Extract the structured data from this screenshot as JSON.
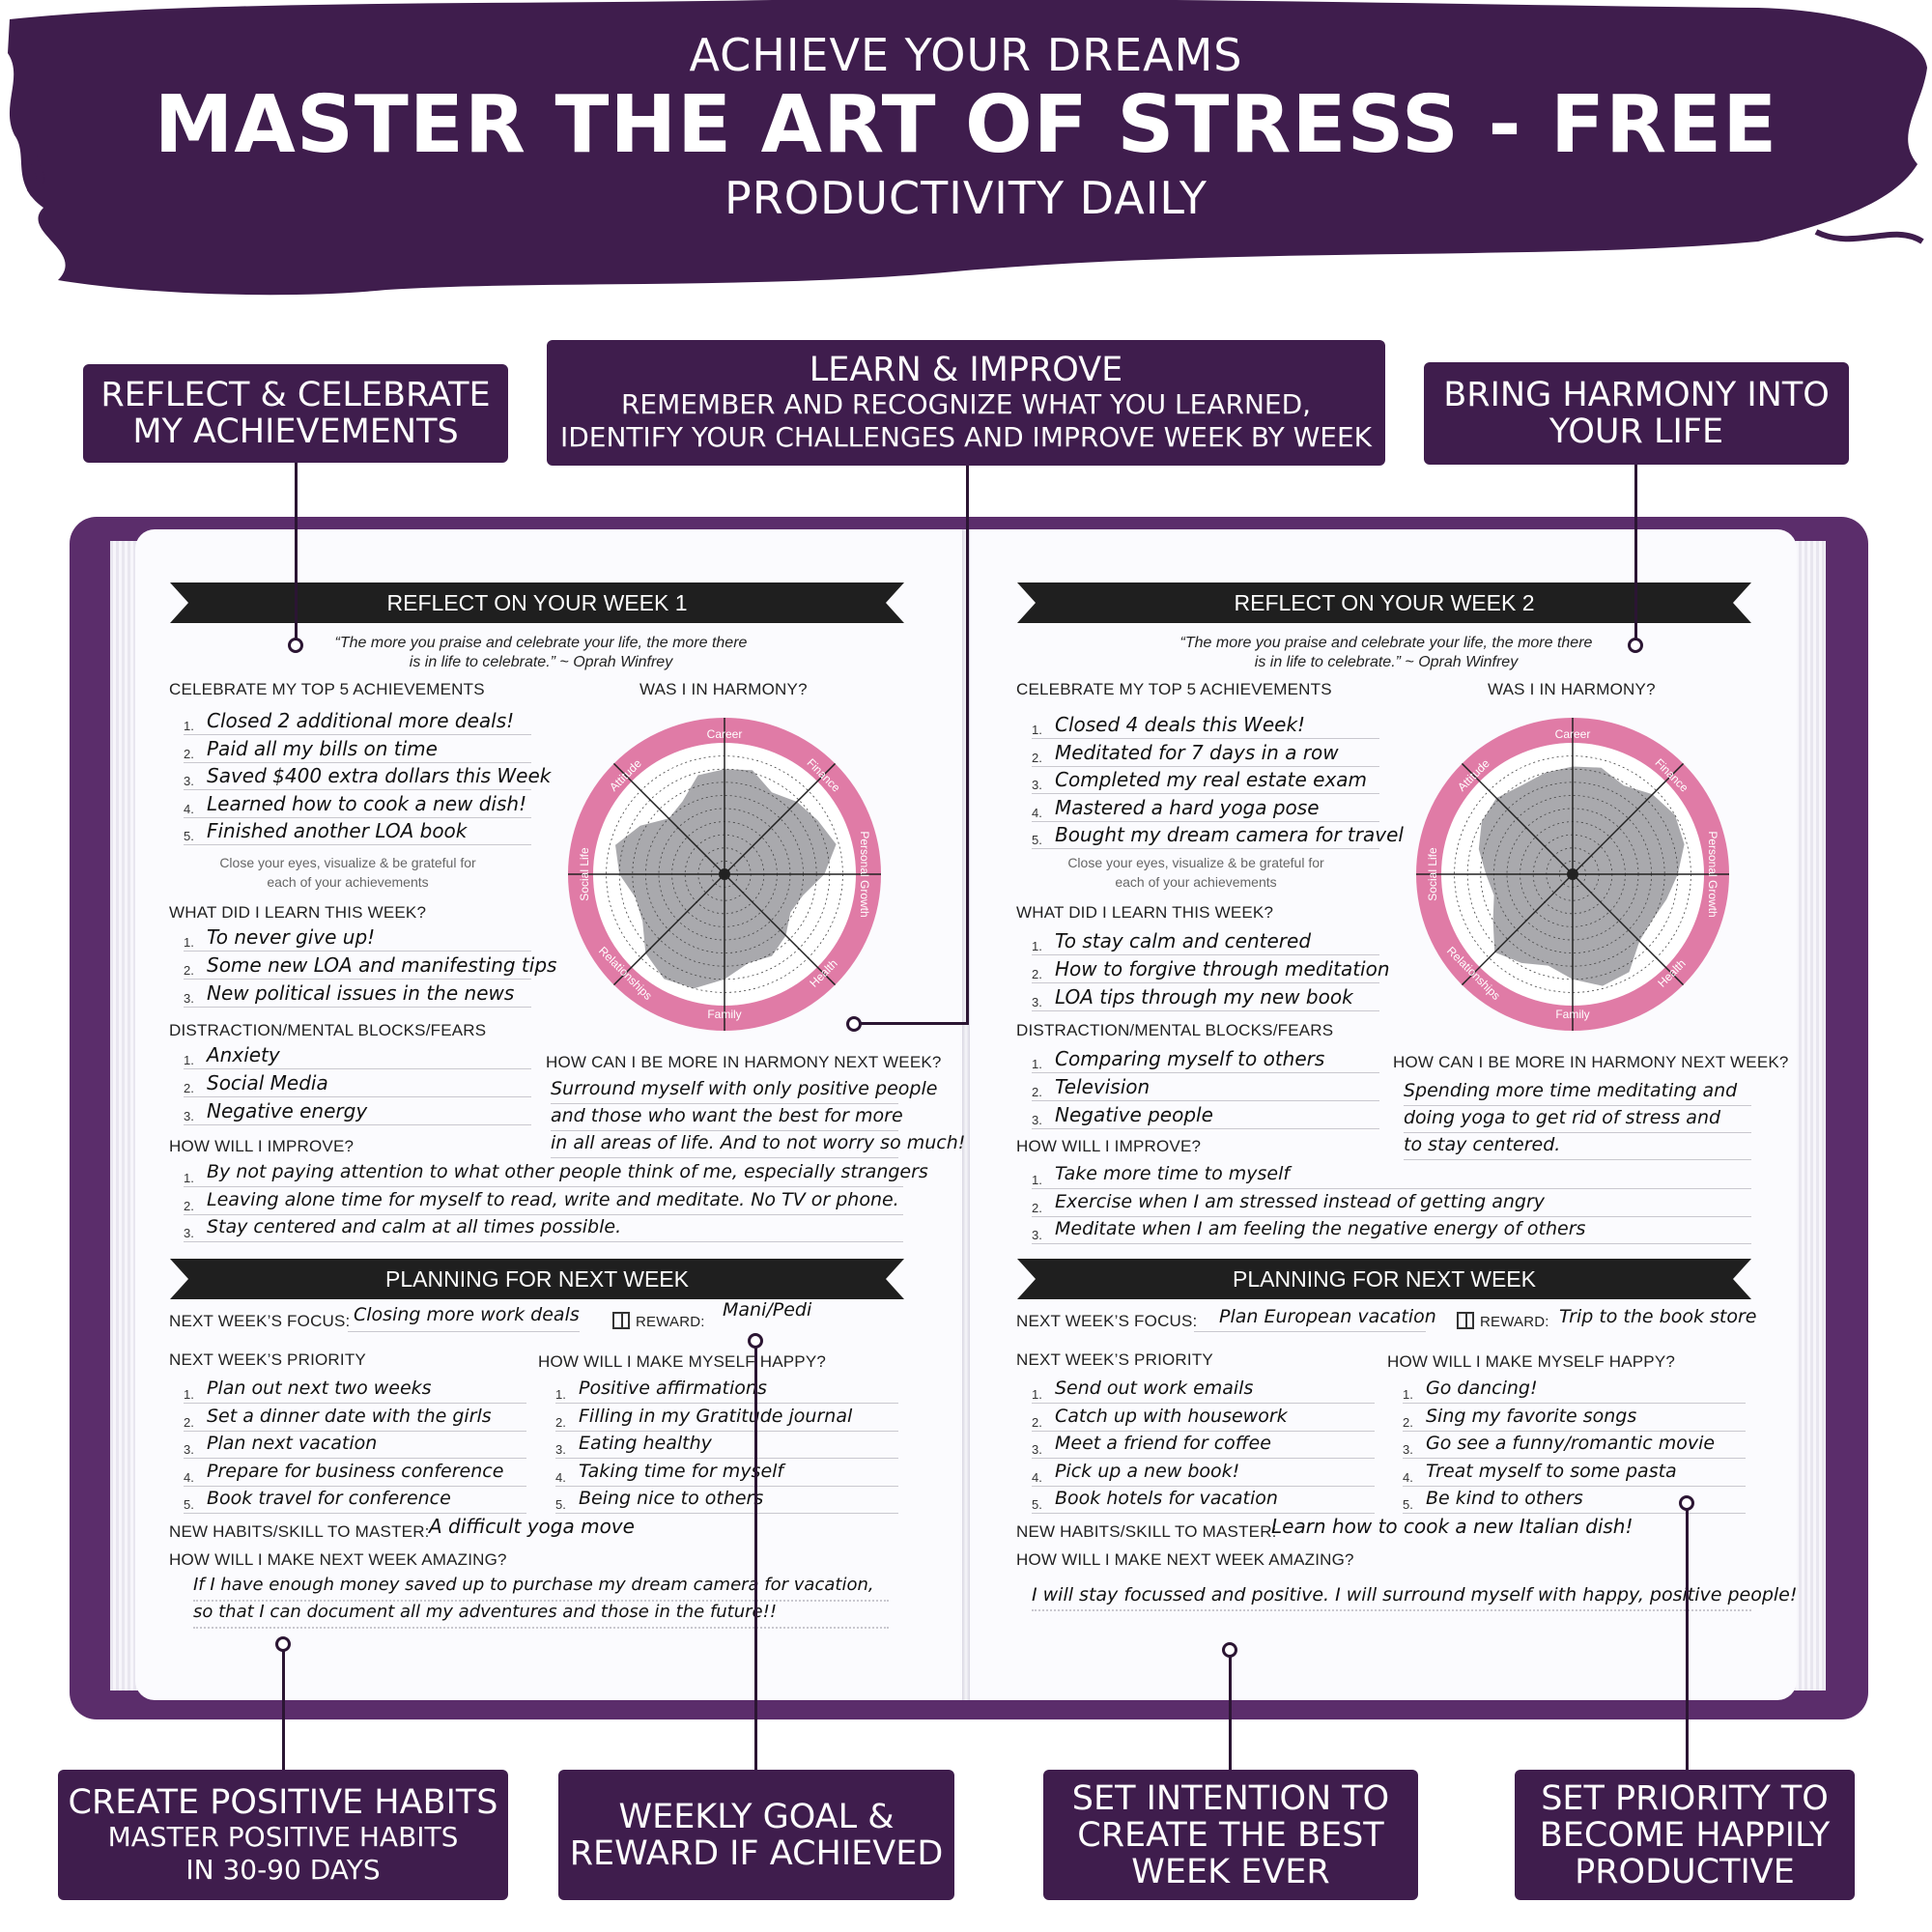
{
  "banner": {
    "line1": "ACHIEVE YOUR DREAMS",
    "line2": "MASTER THE ART OF STRESS - FREE",
    "line3": "PRODUCTIVITY DAILY",
    "color": "#3f1d4d"
  },
  "callouts": {
    "reflect": {
      "l1": "REFLECT & CELEBRATE",
      "l2": "MY ACHIEVEMENTS"
    },
    "learn": {
      "l1": "LEARN & IMPROVE",
      "l2": "REMEMBER AND RECOGNIZE WHAT YOU LEARNED,",
      "l3": "IDENTIFY YOUR CHALLENGES AND IMPROVE WEEK BY WEEK"
    },
    "harmony": {
      "l1": "BRING HARMONY INTO",
      "l2": "YOUR LIFE"
    },
    "habits": {
      "l1": "CREATE POSITIVE HABITS",
      "l2": "MASTER POSITIVE HABITS",
      "l3": "IN 30-90 DAYS"
    },
    "goal": {
      "l1": "WEEKLY GOAL &",
      "l2": "REWARD IF ACHIEVED"
    },
    "intention": {
      "l1": "SET INTENTION TO",
      "l2": "CREATE THE BEST",
      "l3": "WEEK EVER"
    },
    "priority": {
      "l1": "SET PRIORITY TO",
      "l2": "BECOME HAPPILY",
      "l3": "PRODUCTIVE"
    }
  },
  "wheel_labels": [
    "Career",
    "Finance",
    "Personal Growth",
    "Health",
    "Family",
    "Relationships",
    "Social Life",
    "Attitude"
  ],
  "wheel_colors": {
    "ring": "#e07ba6",
    "fill": "#a9a9ad"
  },
  "left": {
    "title": "REFLECT ON YOUR WEEK 1",
    "quote1": "“The more you praise and celebrate your life, the more there",
    "quote2": "is in life to celebrate.” ~ Oprah Winfrey",
    "celebrate_label": "CELEBRATE MY TOP 5 ACHIEVEMENTS",
    "harmony_label": "WAS I IN HARMONY?",
    "achievements": [
      "Closed 2 additional more deals!",
      "Paid all my bills on time",
      "Saved $400 extra dollars this Week",
      "Learned how to cook a new dish!",
      "Finished another LOA book"
    ],
    "note1": "Close your eyes, visualize & be grateful for",
    "note2": "each of your achievements",
    "learn_label": "WHAT DID I LEARN THIS WEEK?",
    "learned": [
      "To never give up!",
      "Some new LOA and manifesting tips",
      "New political issues in the news"
    ],
    "fears_label": "DISTRACTION/MENTAL BLOCKS/FEARS",
    "fears": [
      "Anxiety",
      "Social Media",
      "Negative energy"
    ],
    "harmony_next_label": "HOW CAN I BE MORE IN HARMONY NEXT WEEK?",
    "harmony_next": [
      "Surround myself with only positive people",
      "and those who want the best for more",
      "in all areas of life. And to not worry so much!"
    ],
    "improve_label": "HOW WILL I IMPROVE?",
    "improve": [
      "By not paying attention to what other people think of me, especially strangers",
      "Leaving alone time for myself to read, write and meditate. No TV or phone.",
      "Stay centered and calm at all times possible."
    ],
    "plan_title": "PLANNING FOR NEXT WEEK",
    "focus_label": "NEXT WEEK’S FOCUS:",
    "focus": "Closing more work deals",
    "reward_label": "REWARD:",
    "reward": "Mani/Pedi",
    "priority_label": "NEXT WEEK’S PRIORITY",
    "priorities": [
      "Plan out next two weeks",
      "Set a dinner date with the girls",
      "Plan next vacation",
      "Prepare for business conference",
      "Book travel for conference"
    ],
    "happy_label": "HOW WILL I MAKE MYSELF HAPPY?",
    "happy": [
      "Positive affirmations",
      "Filling in my Gratitude journal",
      "Eating healthy",
      "Taking time for myself",
      "Being nice to others"
    ],
    "habit_label": "NEW HABITS/SKILL TO MASTER:",
    "habit": "A difficult yoga move",
    "amazing_label": "HOW WILL I MAKE NEXT WEEK AMAZING?",
    "amazing": [
      "If I have enough money saved up to purchase my dream camera for vacation,",
      "so that I can document all my adventures and those in the future!!"
    ]
  },
  "right": {
    "title": "REFLECT ON YOUR WEEK 2",
    "quote1": "“The more you praise and celebrate your life, the more there",
    "quote2": "is in life to celebrate.” ~ Oprah Winfrey",
    "celebrate_label": "CELEBRATE MY TOP 5 ACHIEVEMENTS",
    "harmony_label": "WAS I IN HARMONY?",
    "achievements": [
      "Closed 4 deals this Week!",
      "Meditated for 7 days in a row",
      "Completed my real estate exam",
      "Mastered a hard yoga pose",
      "Bought my dream camera for travel"
    ],
    "note1": "Close your eyes, visualize & be grateful for",
    "note2": "each of your achievements",
    "learn_label": "WHAT DID I LEARN THIS WEEK?",
    "learned": [
      "To stay calm and centered",
      "How to forgive through meditation",
      "LOA tips through my new book"
    ],
    "fears_label": "DISTRACTION/MENTAL BLOCKS/FEARS",
    "fears": [
      "Comparing myself to others",
      "Television",
      "Negative people"
    ],
    "harmony_next_label": "HOW CAN I BE MORE IN HARMONY NEXT WEEK?",
    "harmony_next": [
      "Spending more time meditating and",
      "doing yoga to get rid of stress and",
      "to stay centered."
    ],
    "improve_label": "HOW WILL I IMPROVE?",
    "improve": [
      "Take more time to myself",
      "Exercise when I am stressed instead of getting angry",
      "Meditate when I am feeling the negative energy of others"
    ],
    "plan_title": "PLANNING FOR NEXT WEEK",
    "focus_label": "NEXT WEEK’S FOCUS:",
    "focus": "Plan European vacation",
    "reward_label": "REWARD:",
    "reward": "Trip to the book store",
    "priority_label": "NEXT WEEK’S PRIORITY",
    "priorities": [
      "Send out work emails",
      "Catch up with housework",
      "Meet a friend for coffee",
      "Pick up a new book!",
      "Book hotels for vacation"
    ],
    "happy_label": "HOW WILL I MAKE MYSELF HAPPY?",
    "happy": [
      "Go dancing!",
      "Sing my favorite songs",
      "Go see a funny/romantic movie",
      "Treat myself to some pasta",
      "Be kind to others"
    ],
    "habit_label": "NEW HABITS/SKILL TO MASTER:",
    "habit": "Learn how to cook a new Italian dish!",
    "amazing_label": "HOW WILL I MAKE NEXT WEEK AMAZING?",
    "amazing": [
      "I will stay focussed and positive. I will surround myself with happy, positive people!"
    ]
  }
}
